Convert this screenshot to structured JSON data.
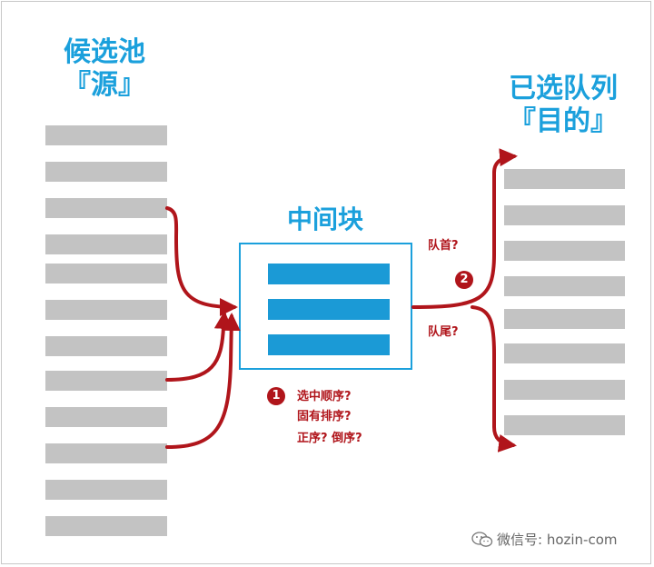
{
  "source": {
    "title_line1": "候选池",
    "title_line2": "『源』",
    "item_count": 12
  },
  "middle": {
    "title": "中间块",
    "item_count": 3
  },
  "target": {
    "title_line1": "已选队列",
    "title_line2": "『目的』",
    "item_count": 8
  },
  "step1": {
    "badge": "1",
    "lines": [
      "选中顺序?",
      "固有排序?",
      "正序? 倒序?"
    ]
  },
  "step2": {
    "badge": "2",
    "head_label": "队首?",
    "tail_label": "队尾?"
  },
  "watermark": {
    "text": "微信号: hozin-com",
    "icon": "wechat-icon"
  },
  "colors": {
    "blue_title": "#1ba0dc",
    "blue_item": "#1b9ad6",
    "gray_item": "#c3c3c3",
    "red": "#b0151b"
  }
}
